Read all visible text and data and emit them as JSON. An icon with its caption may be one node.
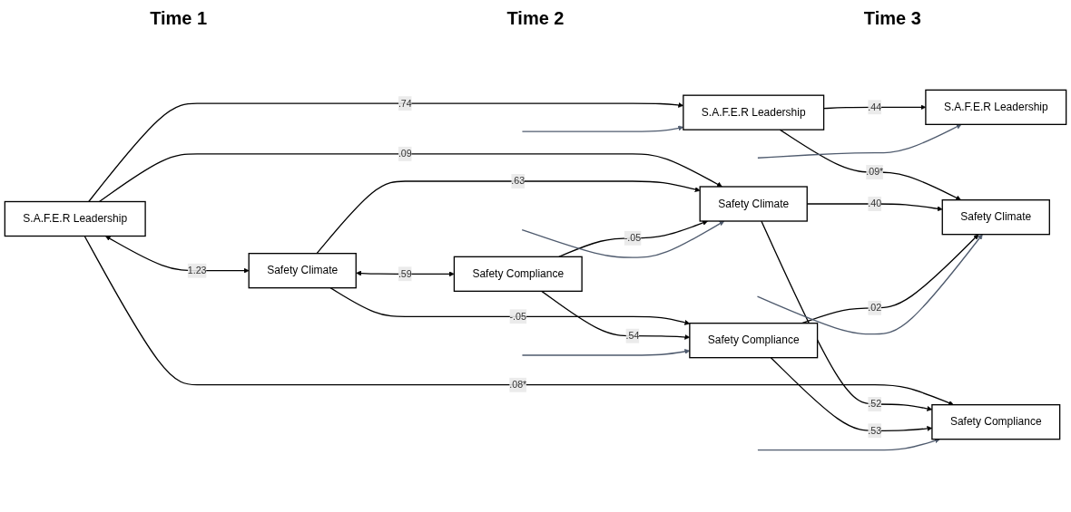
{
  "diagram": {
    "nodes": [
      {
        "text": [
          "S.A.F.E.R Leadership"
        ]
      },
      {
        "text": [
          "S.A.F.E.R Leadership"
        ]
      },
      {
        "text": [
          "S.A.F.E.R Leadership"
        ]
      },
      {
        "text": [
          "Safety Climate"
        ]
      },
      {
        "text": [
          "Safety Climate"
        ]
      },
      {
        "text": [
          "Safety Climate"
        ]
      },
      {
        "text": [
          "Safety Compliance"
        ]
      },
      {
        "text": [
          "Safety Compliance"
        ]
      },
      {
        "text": [
          "Safety Compliance"
        ]
      }
    ],
    "edges": [
      {
        "from": 0,
        "to": 1,
        "arrow": "to",
        "label": ".74"
      },
      {
        "from": 1,
        "to": 2,
        "arrow": "to",
        "label": ".44"
      },
      {
        "from": 0,
        "to": 3,
        "arrow": "both",
        "label": "1.23"
      },
      {
        "from": 0,
        "to": 4,
        "arrow": "to",
        "label": ".09"
      },
      {
        "from": 0,
        "to": 8,
        "arrow": "to",
        "label": ".08*"
      },
      {
        "from": 1,
        "to": 5,
        "arrow": "to",
        "label": ".09*"
      },
      {
        "from": 3,
        "to": 4,
        "arrow": "to",
        "label": ".63"
      },
      {
        "from": 4,
        "to": 5,
        "arrow": "to",
        "label": ".40"
      },
      {
        "from": 3,
        "to": 6,
        "arrow": "both",
        "label": ".59"
      },
      {
        "from": 3,
        "to": 7,
        "arrow": "to",
        "label": "-.05"
      },
      {
        "from": 6,
        "to": 4,
        "arrow": "to",
        "label": "-.05"
      },
      {
        "from": 7,
        "to": 5,
        "arrow": "to",
        "label": ".02"
      },
      {
        "from": 4,
        "to": 8,
        "arrow": "to",
        "label": ".52"
      },
      {
        "from": 6,
        "to": 7,
        "arrow": "to",
        "label": ".54"
      },
      {
        "from": 7,
        "to": 8,
        "arrow": "to",
        "label": ".53"
      },
      {
        "from": null,
        "to": 1,
        "arrow": "to",
        "color": "#4f5b6e"
      },
      {
        "from": null,
        "to": 2,
        "arrow": "to",
        "color": "#4f5b6e"
      },
      {
        "from": null,
        "to": 4,
        "arrow": "to",
        "color": "#4f5b6e"
      },
      {
        "from": null,
        "to": 5,
        "arrow": "to",
        "color": "#4f5b6e"
      },
      {
        "from": null,
        "to": 7,
        "arrow": "to",
        "color": "#4f5b6e"
      },
      {
        "from": null,
        "to": 8,
        "arrow": "to",
        "color": "#4f5b6e"
      }
    ],
    "labels": [
      "Time 1",
      "Time 2",
      "Time 3"
    ]
  }
}
